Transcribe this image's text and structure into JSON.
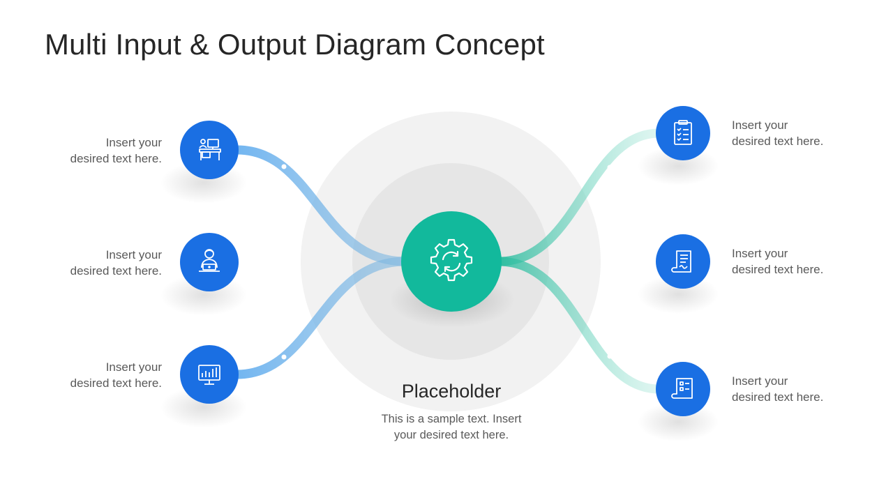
{
  "title": "Multi Input & Output Diagram Concept",
  "colors": {
    "input_blue": "#1a6fe3",
    "hub_green": "#12b99c",
    "ring_outer": "#f2f2f2",
    "ring_inner": "#e6e6e6"
  },
  "inputs": [
    {
      "icon": "desk-workstation-icon",
      "text_line1": "Insert your",
      "text_line2": "desired text here."
    },
    {
      "icon": "user-laptop-icon",
      "text_line1": "Insert your",
      "text_line2": "desired text here."
    },
    {
      "icon": "chart-monitor-icon",
      "text_line1": "Insert your",
      "text_line2": "desired text here."
    }
  ],
  "outputs": [
    {
      "icon": "clipboard-checklist-icon",
      "text_line1": "Insert your",
      "text_line2": "desired text here."
    },
    {
      "icon": "document-signature-icon",
      "text_line1": "Insert your",
      "text_line2": "desired text here."
    },
    {
      "icon": "report-scroll-icon",
      "text_line1": "Insert your",
      "text_line2": "desired text here."
    }
  ],
  "center": {
    "icon": "gear-refresh-icon",
    "title": "Placeholder",
    "desc_line1": "This is a sample text. Insert",
    "desc_line2": "your desired text here."
  }
}
